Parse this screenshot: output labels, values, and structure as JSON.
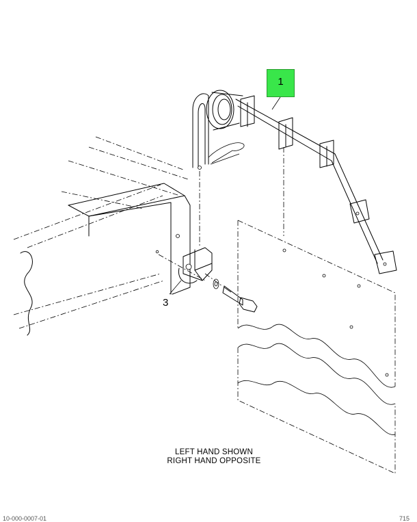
{
  "callouts": {
    "item_1": "1",
    "item_3": "3"
  },
  "caption": {
    "line1": "LEFT HAND SHOWN",
    "line2": "RIGHT HAND OPPOSITE"
  },
  "footer": {
    "left": "10-000-0007-01",
    "right": "715"
  },
  "colors": {
    "callout_highlight": "#39e64a",
    "line": "#000000",
    "background": "#ffffff"
  }
}
